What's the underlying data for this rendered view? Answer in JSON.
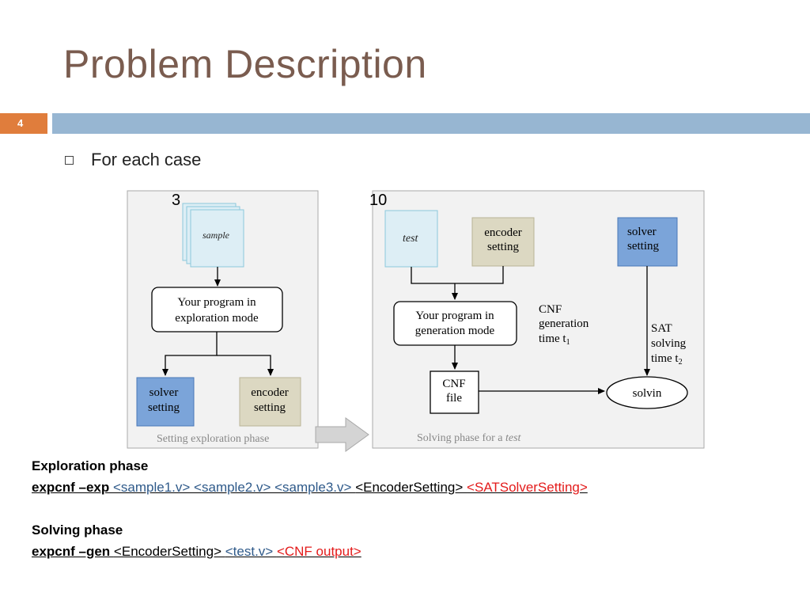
{
  "slide": {
    "title": "Problem Description",
    "number": "4",
    "bullet": "For each case"
  },
  "diagram": {
    "count_left": "3",
    "count_right": "10",
    "left_panel": {
      "sample_label": "sample",
      "program_line1": "Your program in",
      "program_line2": "exploration mode",
      "solver_line1": "solver",
      "solver_line2": "setting",
      "encoder_line1": "encoder",
      "encoder_line2": "setting",
      "caption": "Setting exploration phase"
    },
    "right_panel": {
      "test_label": "test",
      "encoder_line1": "encoder",
      "encoder_line2": "setting",
      "solver_line1": "solver",
      "solver_line2": "setting",
      "program_line1": "Your program in",
      "program_line2": "generation mode",
      "cnf_gen_line1": "CNF",
      "cnf_gen_line2": "generation",
      "cnf_gen_line3": "time t",
      "cnf_gen_sub": "1",
      "sat_line1": "SAT",
      "sat_line2": "solving",
      "sat_line3": "time t",
      "sat_sub": "2",
      "cnf_file_line1": "CNF",
      "cnf_file_line2": "file",
      "solver_node": "solvin",
      "caption_prefix": "Solving phase for a ",
      "caption_italic": "test"
    },
    "colors": {
      "light_blue": "#ddeef5",
      "blue_box": "#7ba4d9",
      "tan_box": "#dcd8c2",
      "panel_bg": "#f2f2f2"
    }
  },
  "commands": {
    "exploration": {
      "heading": "Exploration phase",
      "cmd": "expcnf –exp ",
      "samples": "<sample1.v> <sample2.v> <sample3.v> ",
      "encoder": "<EncoderSetting> ",
      "solver": "<SATSolverSetting>"
    },
    "solving": {
      "heading": "Solving phase",
      "cmd": "expcnf –gen ",
      "encoder": "<EncoderSetting> ",
      "test": "<test.v> ",
      "output": "<CNF output>"
    }
  }
}
